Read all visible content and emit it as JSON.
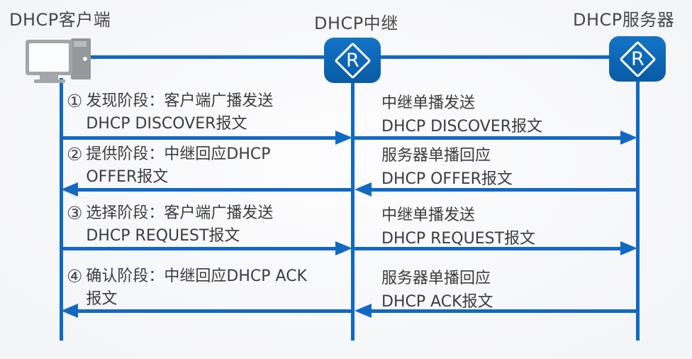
{
  "entities": {
    "client": {
      "label": "DHCP客户端",
      "icon": "computer-icon"
    },
    "relay": {
      "label": "DHCP中继",
      "icon": "router-icon",
      "letter": "R"
    },
    "server": {
      "label": "DHCP服务器",
      "icon": "router-icon",
      "letter": "R"
    }
  },
  "messages": [
    {
      "number": "①",
      "direction": "right",
      "phase": "发现阶段",
      "left": {
        "line1": "发现阶段：客户端广播发送",
        "line2": "DHCP DISCOVER报文"
      },
      "right": {
        "line1": "中继单播发送",
        "line2": "DHCP DISCOVER报文"
      }
    },
    {
      "number": "②",
      "direction": "left",
      "phase": "提供阶段",
      "left": {
        "line1": "提供阶段：中继回应DHCP",
        "line2": "OFFER报文"
      },
      "right": {
        "line1": "服务器单播回应",
        "line2": "DHCP OFFER报文"
      }
    },
    {
      "number": "③",
      "direction": "right",
      "phase": "选择阶段",
      "left": {
        "line1": "选择阶段：客户端广播发送",
        "line2": "DHCP REQUEST报文"
      },
      "right": {
        "line1": "中继单播发送",
        "line2": "DHCP REQUEST报文"
      }
    },
    {
      "number": "④",
      "direction": "left",
      "phase": "确认阶段",
      "left": {
        "line1": "确认阶段：中继回应DHCP ACK",
        "line2": "报文"
      },
      "right": {
        "line1": "服务器单播回应",
        "line2": "DHCP ACK报文"
      }
    }
  ],
  "colors": {
    "line": "#1269c4",
    "icon": "#0d66b4",
    "text": "#3c3c3c",
    "background": "#f7f8f9"
  }
}
